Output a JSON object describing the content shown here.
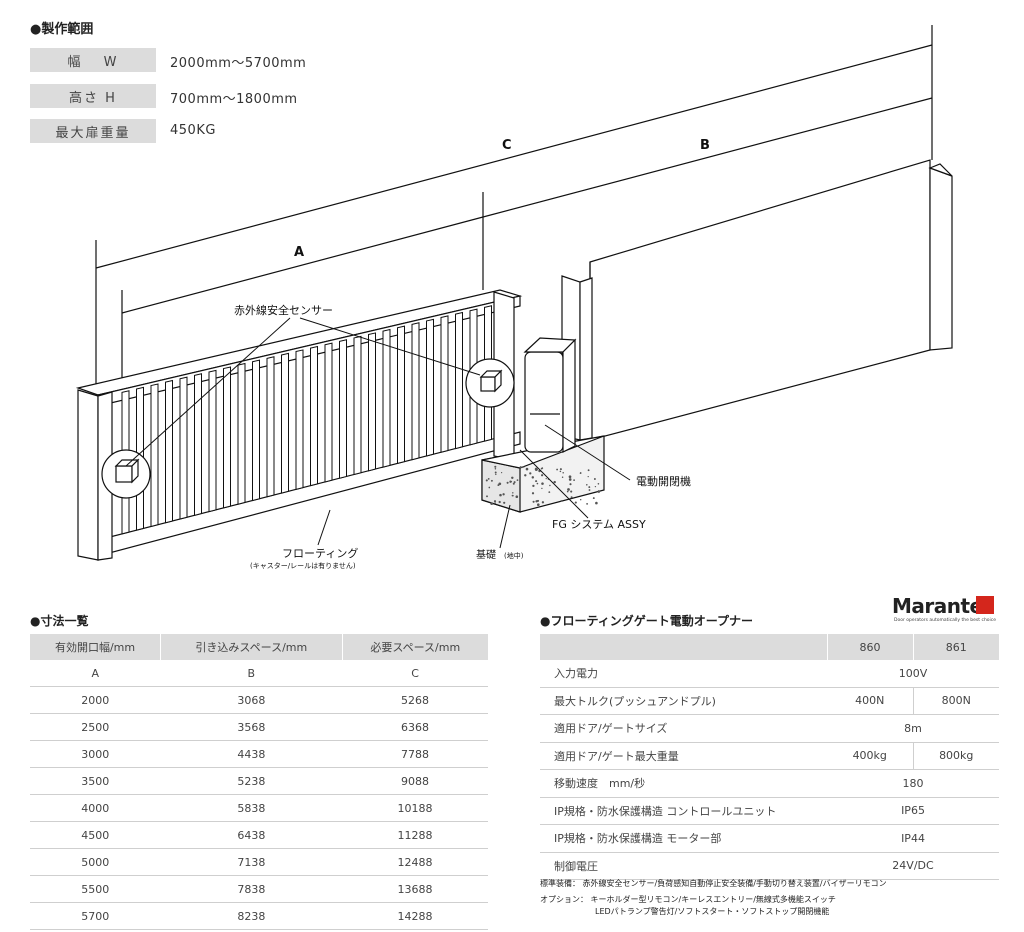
{
  "spec": {
    "title": "●製作範囲",
    "rows": [
      {
        "label": "幅　 W",
        "value": "2000mm～5700mm"
      },
      {
        "label": "高さ H",
        "value": "700mm～1800mm"
      },
      {
        "label": "最大扉重量",
        "value": "450KG"
      }
    ]
  },
  "diagram": {
    "dim_a": "A",
    "dim_b": "B",
    "dim_c": "C",
    "sensor": "赤外線安全センサー",
    "opener": "電動開閉機",
    "system": "FG システム ASSY",
    "foundation": "基礎",
    "foundation_note": "(地中)",
    "floating": "フローティング",
    "floating_note": "(キャスター/レールは有りません)"
  },
  "dimensions": {
    "title": "●寸法一覧",
    "headers": [
      "有効開口幅/mm",
      "引き込みスペース/mm",
      "必要スペース/mm"
    ],
    "rows": [
      [
        "A",
        "B",
        "C"
      ],
      [
        "2000",
        "3068",
        "5268"
      ],
      [
        "2500",
        "3568",
        "6368"
      ],
      [
        "3000",
        "4438",
        "7788"
      ],
      [
        "3500",
        "5238",
        "9088"
      ],
      [
        "4000",
        "5838",
        "10188"
      ],
      [
        "4500",
        "6438",
        "11288"
      ],
      [
        "5000",
        "7138",
        "12488"
      ],
      [
        "5500",
        "7838",
        "13688"
      ],
      [
        "5700",
        "8238",
        "14288"
      ]
    ]
  },
  "opener": {
    "title": "●フローティングゲート電動オープナー",
    "logo": "Marantec",
    "logo_tagline": "Door operators automatically the best choice",
    "brand_color": "#d4261c",
    "models": [
      "860",
      "861"
    ],
    "rows": [
      {
        "item": "入力電力",
        "value": "100V"
      },
      {
        "item": "最大トルク(プッシュアンドプル)",
        "v1": "400N",
        "v2": "800N"
      },
      {
        "item": "適用ドア/ゲートサイズ",
        "value": "8m"
      },
      {
        "item": "適用ドア/ゲート最大重量",
        "v1": "400kg",
        "v2": "800kg"
      },
      {
        "item": "移動速度　mm/秒",
        "value": "180"
      },
      {
        "item": "IP規格・防水保護構造 コントロールユニット",
        "value": "IP65"
      },
      {
        "item": "IP規格・防水保護構造 モーター部",
        "value": "IP44"
      },
      {
        "item": "制御電圧",
        "value": "24V/DC"
      }
    ],
    "standard_label": "標準装備：",
    "standard": "赤外線安全センサー/負荷感知自動停止安全装備/手動切り替え装置/バイザーリモコン",
    "option_label": "オプション：",
    "option_line1": "キーホルダー型リモコン/キーレスエントリー/無線式多機能スイッチ",
    "option_line2": "LEDパトランプ警告灯/ソフトスタート・ソフトストップ開閉機能"
  }
}
